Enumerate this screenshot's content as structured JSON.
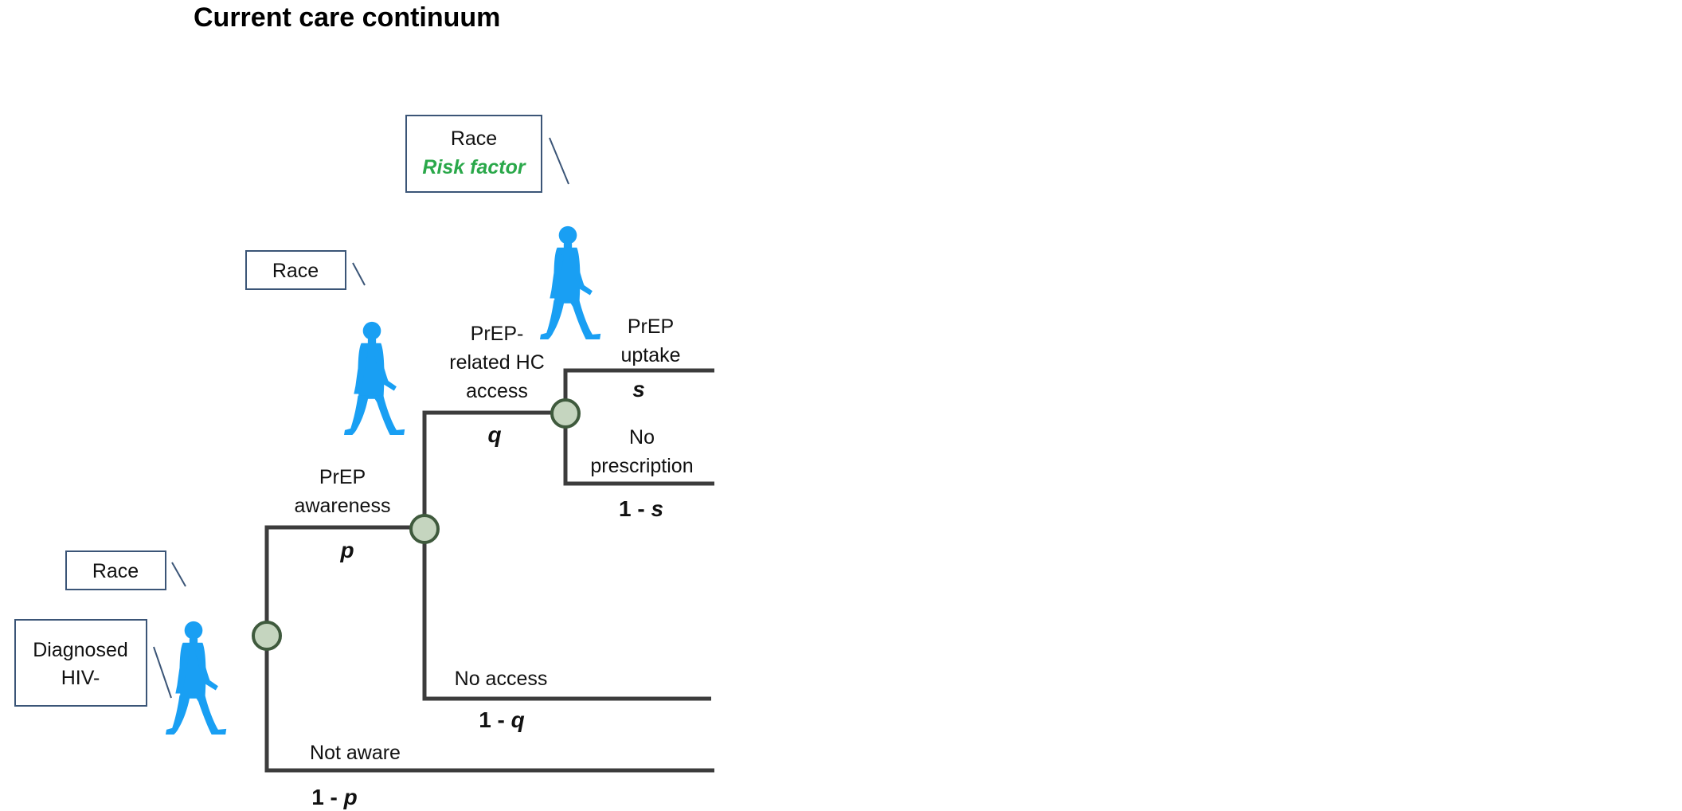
{
  "title": "Current care continuum",
  "colors": {
    "figure": "#199ff3",
    "node_fill": "#c5d5bf",
    "node_stroke": "#3f5a3d",
    "line": "#3c3c3c",
    "box_stroke": "#3b5577",
    "risk_factor": "#2aa84a"
  },
  "callouts": {
    "diagnosed": {
      "line1": "Diagnosed",
      "line2": "HIV-"
    },
    "race_1": "Race",
    "race_2": "Race",
    "race_3": {
      "race": "Race",
      "risk": "Risk factor"
    }
  },
  "branches": {
    "awareness": {
      "line1": "PrEP",
      "line2": "awareness",
      "prob": "p"
    },
    "not_aware": {
      "label": "Not aware",
      "prob_prefix": "1 - ",
      "prob_var": "p"
    },
    "access": {
      "line1": "PrEP-",
      "line2": "related HC",
      "line3": "access",
      "prob": "q"
    },
    "no_access": {
      "label": "No access",
      "prob_prefix": "1 - ",
      "prob_var": "q"
    },
    "uptake": {
      "line1": "PrEP",
      "line2": "uptake",
      "prob": "s"
    },
    "no_prescription": {
      "line1": "No",
      "line2": "prescription",
      "prob_prefix": "1 - ",
      "prob_var": "s"
    }
  },
  "icons": {
    "walking_person": "walking-person-icon",
    "decision_node": "decision-node"
  }
}
